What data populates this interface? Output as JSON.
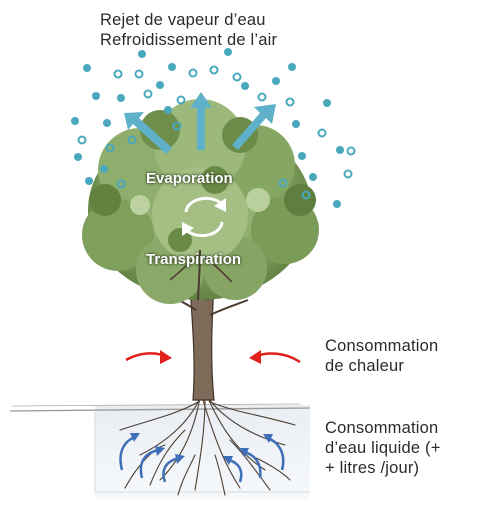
{
  "caption_top": {
    "line1": "Rejet de vapeur d’eau",
    "line2": "Refroidissement de l’air"
  },
  "tree_labels": {
    "evaporation": "Evaporation",
    "transpiration": "Transpiration"
  },
  "heat_label": {
    "line1": "Consommation",
    "line2": "de chaleur"
  },
  "water_label": {
    "line1": "Consommation",
    "line2": "d’eau liquide (+",
    "line3": "+ litres /jour)"
  },
  "colors": {
    "vapor": "#4aa8bd",
    "vapor_arrow": "#5fb1c9",
    "heat_arrow": "#e0201b",
    "water_arrow": "#3f6fb8",
    "foliage_dark": "#5f7f3e",
    "foliage_light": "#a9c28a",
    "trunk": "#6b5a4a",
    "text": "#2b2b2b"
  }
}
